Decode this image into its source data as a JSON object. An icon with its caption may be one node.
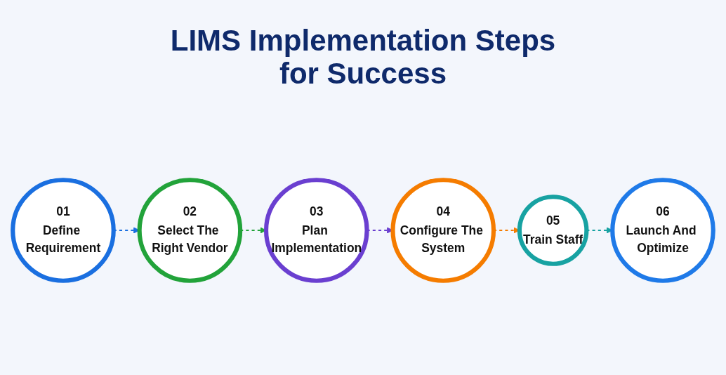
{
  "diagram": {
    "title": "LIMS Implementation Steps for Success",
    "nodes": [
      {
        "text": [
          "01",
          "Define Requirement"
        ]
      },
      {
        "text": [
          "02",
          "Select The Right Vendor"
        ]
      },
      {
        "text": [
          "03",
          "Plan Implementation"
        ]
      },
      {
        "text": [
          "04",
          "Configure The System"
        ]
      },
      {
        "text": [
          "05",
          "Train Staff"
        ]
      },
      {
        "text": [
          "06",
          "Launch And Optimize"
        ]
      }
    ],
    "edges": [
      {
        "from": 0,
        "to": 1,
        "arrow": "to",
        "style": "dashed",
        "color": "#1a6fe0"
      },
      {
        "from": 1,
        "to": 2,
        "arrow": "to",
        "style": "dashed",
        "color": "#22a33a"
      },
      {
        "from": 2,
        "to": 3,
        "arrow": "to",
        "style": "dashed",
        "color": "#6a3fd0"
      },
      {
        "from": 3,
        "to": 4,
        "arrow": "to",
        "style": "dashed",
        "color": "#f57c00"
      },
      {
        "from": 4,
        "to": 5,
        "arrow": "to",
        "style": "dashed",
        "color": "#17a2a2"
      }
    ]
  }
}
